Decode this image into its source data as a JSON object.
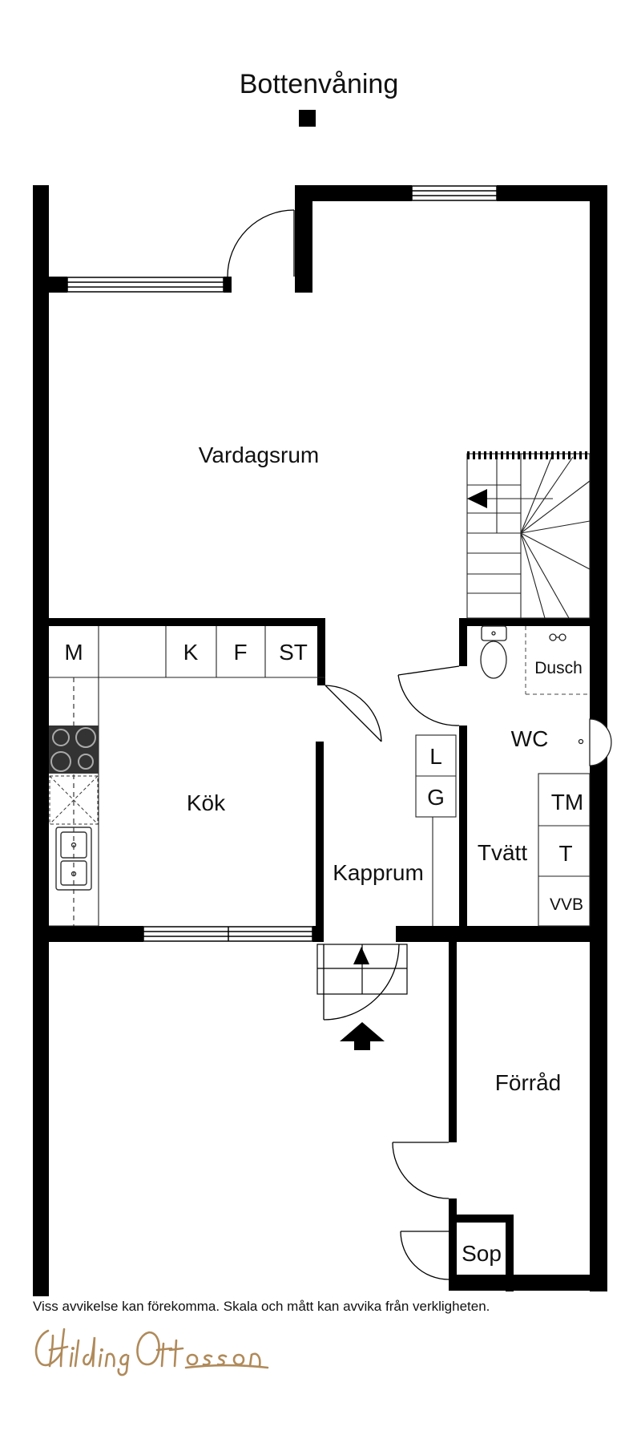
{
  "title": "Bottenvåning",
  "rooms": {
    "vardagsrum": "Vardagsrum",
    "kok": "Kök",
    "kapprum": "Kapprum",
    "tvatt": "Tvätt",
    "wc": "WC",
    "dusch": "Dusch",
    "forrad": "Förråd",
    "sop": "Sop"
  },
  "appliances": {
    "m": "M",
    "k": "K",
    "f": "F",
    "st": "ST",
    "l": "L",
    "g": "G",
    "tm": "TM",
    "t": "T",
    "vvb": "VVB"
  },
  "disclaimer": "Viss avvikelse kan förekomma. Skala och mått kan avvika från verkligheten.",
  "brand": {
    "name": "Hilding Ottosson",
    "color": "#b08a5a"
  },
  "colors": {
    "wall": "#000000",
    "line": "#222222",
    "background": "#ffffff"
  }
}
